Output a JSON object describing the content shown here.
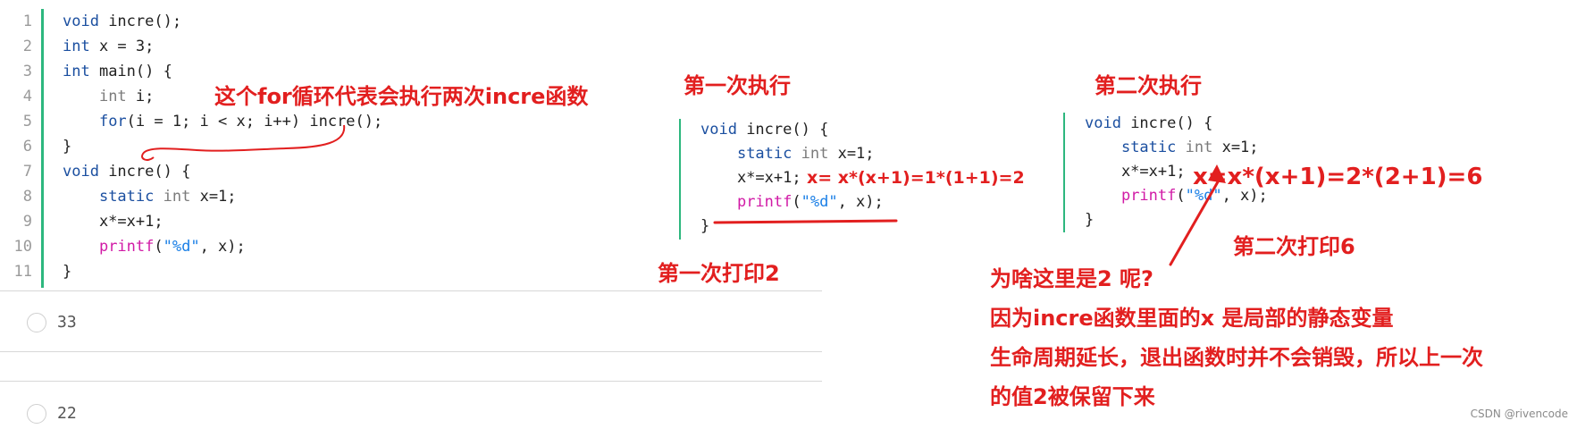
{
  "editor": {
    "lines": [
      {
        "num": "1",
        "parts": [
          [
            "kw",
            "void"
          ],
          [
            "plain",
            " incre();"
          ]
        ]
      },
      {
        "num": "2",
        "parts": [
          [
            "kw",
            "int"
          ],
          [
            "plain",
            " x = 3;"
          ]
        ]
      },
      {
        "num": "3",
        "parts": [
          [
            "kw",
            "int"
          ],
          [
            "plain",
            " main() {"
          ]
        ]
      },
      {
        "num": "4",
        "parts": [
          [
            "plain",
            "    "
          ],
          [
            "ty",
            "int"
          ],
          [
            "plain",
            " i;"
          ]
        ]
      },
      {
        "num": "5",
        "parts": [
          [
            "plain",
            "    "
          ],
          [
            "kw",
            "for"
          ],
          [
            "plain",
            "(i = 1; i < x; i++) incre();"
          ]
        ]
      },
      {
        "num": "6",
        "parts": [
          [
            "plain",
            "}"
          ]
        ]
      },
      {
        "num": "7",
        "parts": [
          [
            "kw",
            "void"
          ],
          [
            "plain",
            " incre() {"
          ]
        ]
      },
      {
        "num": "8",
        "parts": [
          [
            "plain",
            "    "
          ],
          [
            "kw",
            "static"
          ],
          [
            "plain",
            " "
          ],
          [
            "ty",
            "int"
          ],
          [
            "plain",
            " x=1;"
          ]
        ]
      },
      {
        "num": "9",
        "parts": [
          [
            "plain",
            "    x*=x+1;"
          ]
        ]
      },
      {
        "num": "10",
        "parts": [
          [
            "plain",
            "    "
          ],
          [
            "fn-print",
            "printf"
          ],
          [
            "plain",
            "("
          ],
          [
            "str",
            "\"%d\""
          ],
          [
            "plain",
            ", x);"
          ]
        ]
      },
      {
        "num": "11",
        "parts": [
          [
            "plain",
            "}"
          ]
        ]
      }
    ]
  },
  "options": [
    {
      "value": "33"
    },
    {
      "value": "22"
    }
  ],
  "first_run": {
    "heading": "第一次执行",
    "lines": [
      [
        [
          "kw",
          "void"
        ],
        [
          "plain",
          " incre() {"
        ]
      ],
      [
        [
          "plain",
          "    "
        ],
        [
          "kw",
          "static"
        ],
        [
          "plain",
          " "
        ],
        [
          "ty",
          "int"
        ],
        [
          "plain",
          " x=1;"
        ]
      ],
      [
        [
          "plain",
          "    x*=x+1;"
        ]
      ],
      [
        [
          "plain",
          "    "
        ],
        [
          "fn-print",
          "printf"
        ],
        [
          "plain",
          "("
        ],
        [
          "str",
          "\"%d\""
        ],
        [
          "plain",
          ", x);"
        ]
      ],
      [
        [
          "plain",
          "}"
        ]
      ]
    ],
    "calc": "x= x*(x+1)=1*(1+1)=2",
    "print_note": "第一次打印2"
  },
  "second_run": {
    "heading": "第二次执行",
    "lines": [
      [
        [
          "kw",
          "void"
        ],
        [
          "plain",
          " incre() {"
        ]
      ],
      [
        [
          "plain",
          "    "
        ],
        [
          "kw",
          "static"
        ],
        [
          "plain",
          " "
        ],
        [
          "ty",
          "int"
        ],
        [
          "plain",
          " x=1;"
        ]
      ],
      [
        [
          "plain",
          "    x*=x+1;"
        ]
      ],
      [
        [
          "plain",
          "    "
        ],
        [
          "fn-print",
          "printf"
        ],
        [
          "plain",
          "("
        ],
        [
          "str",
          "\"%d\""
        ],
        [
          "plain",
          ", x);"
        ]
      ],
      [
        [
          "plain",
          "}"
        ]
      ]
    ],
    "calc": "x=x*(x+1)=2*(2+1)=6",
    "print_note": "第二次打印6"
  },
  "annotations": {
    "for_loop_note": "这个for循环代表会执行两次incre函数",
    "question": "为啥这里是2 呢?",
    "explain_1": "因为incre函数里面的x 是局部的静态变量",
    "explain_2": "生命周期延长，退出函数时并不会销毁，所以上一次",
    "explain_3": "的值2被保留下来"
  },
  "watermark": "CSDN @rivencode",
  "colors": {
    "accent_bar": "#2db77e",
    "annotation_red": "#e21f1f",
    "keyword": "#1b4fa0",
    "string": "#1a7fe6",
    "printf": "#d11aa6"
  }
}
